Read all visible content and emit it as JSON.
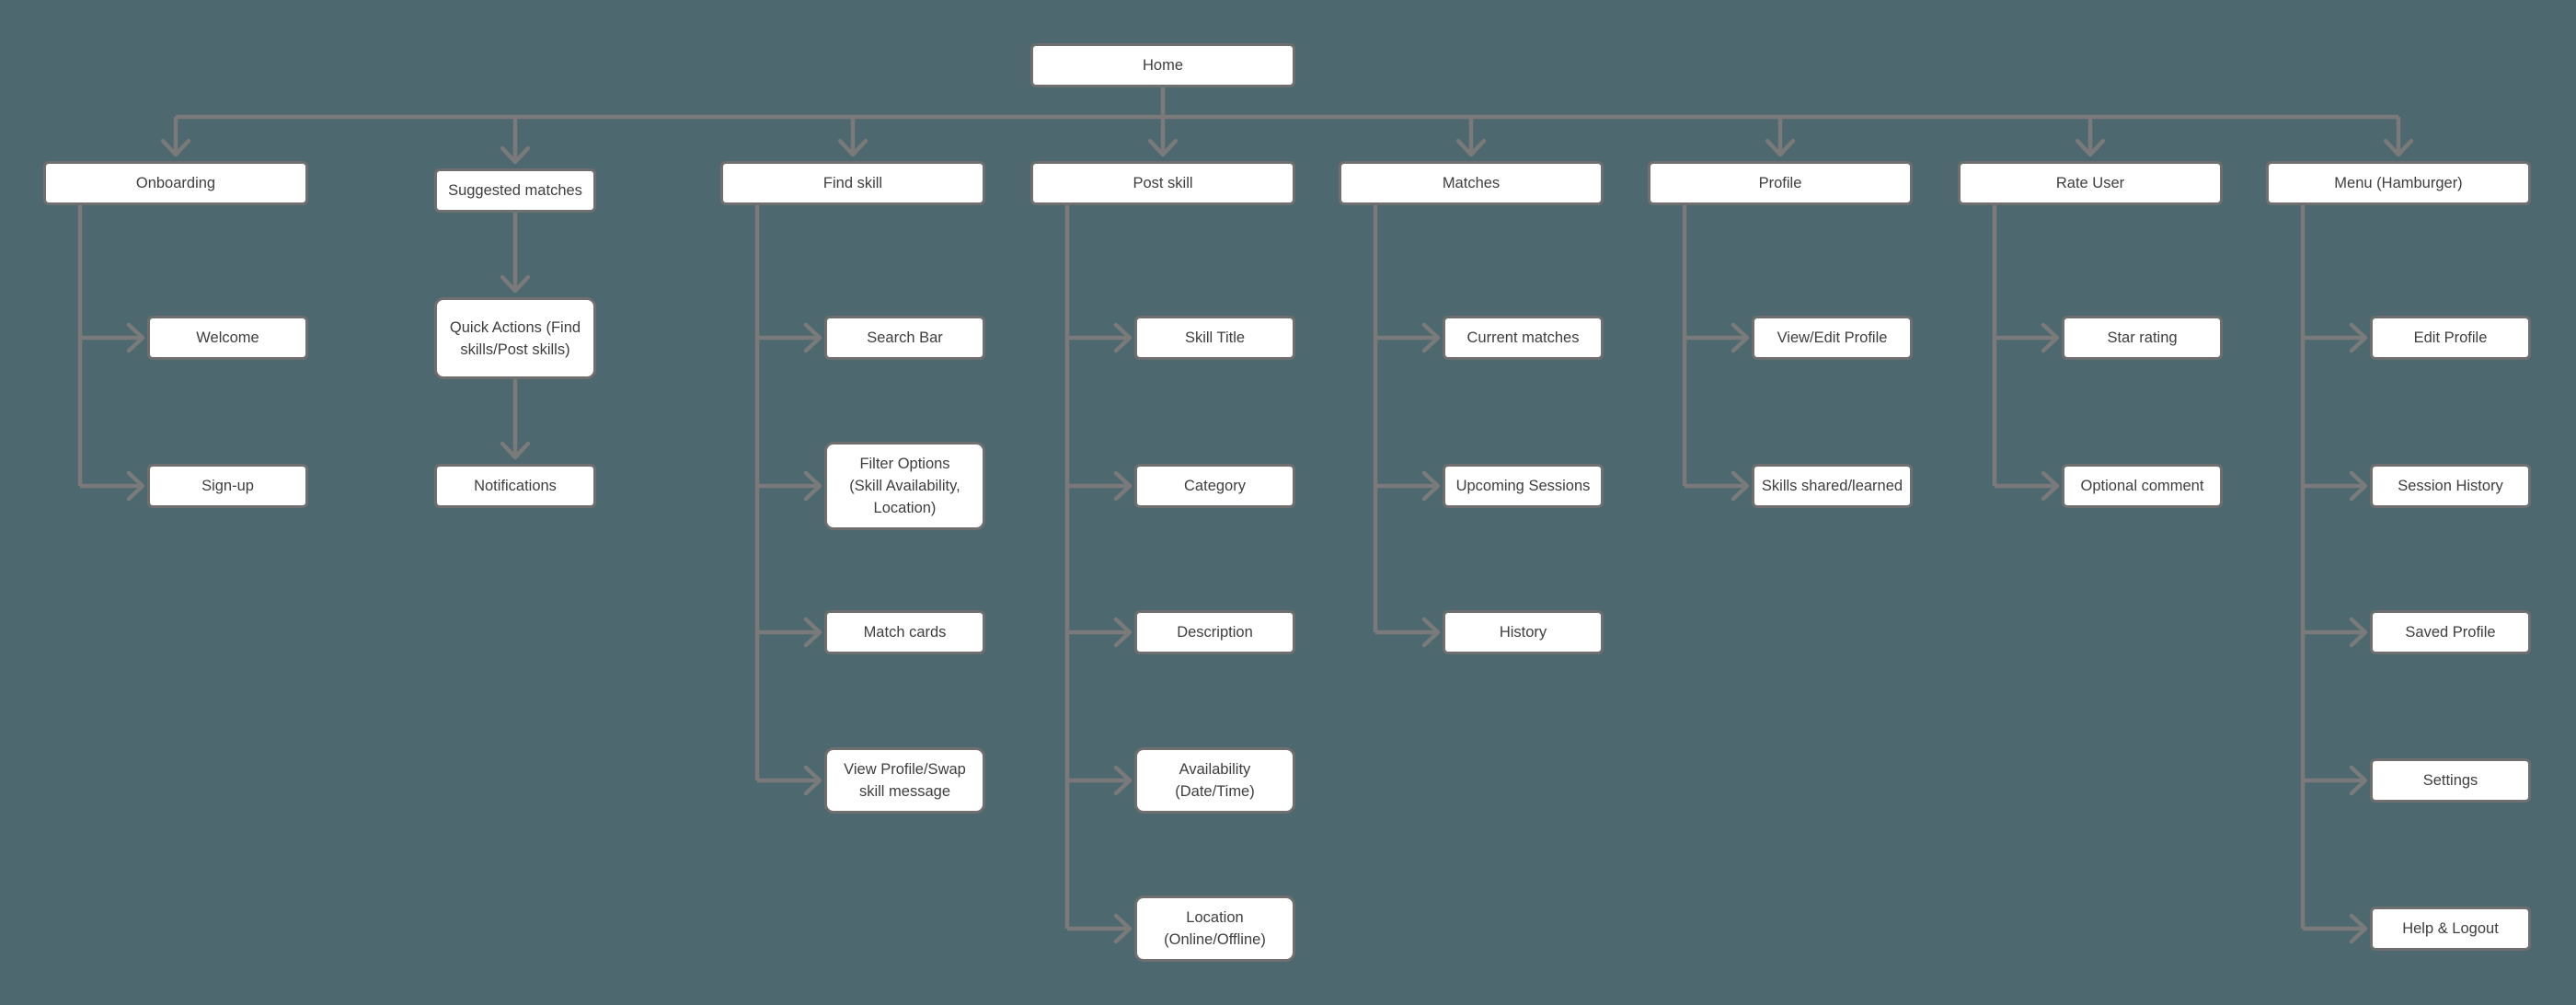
{
  "palette": {
    "background": "#4D686E",
    "node_fill": "#FFFFFF",
    "node_border": "#6F6F6F",
    "connector": "#7A7A7A",
    "text": "#3E3E3E"
  },
  "root": {
    "label": "Home"
  },
  "columns": [
    {
      "label": "Onboarding",
      "children": [
        {
          "label": "Welcome"
        },
        {
          "label": "Sign-up"
        }
      ]
    },
    {
      "label": "Suggested matches",
      "children": [
        {
          "label": [
            "Quick Actions (Find",
            "skills/Post skills)"
          ]
        },
        {
          "label": "Notifications"
        }
      ]
    },
    {
      "label": "Find skill",
      "children": [
        {
          "label": "Search Bar"
        },
        {
          "label": [
            "Filter Options",
            "(Skill Availability,",
            "Location)"
          ]
        },
        {
          "label": "Match cards"
        },
        {
          "label": [
            "View Profile/Swap",
            "skill message"
          ]
        }
      ]
    },
    {
      "label": "Post skill",
      "children": [
        {
          "label": "Skill Title"
        },
        {
          "label": "Category"
        },
        {
          "label": "Description"
        },
        {
          "label": [
            "Availability",
            "(Date/Time)"
          ]
        },
        {
          "label": [
            "Location",
            "(Online/Offline)"
          ]
        }
      ]
    },
    {
      "label": "Matches",
      "children": [
        {
          "label": "Current matches"
        },
        {
          "label": "Upcoming Sessions"
        },
        {
          "label": "History"
        }
      ]
    },
    {
      "label": "Profile",
      "children": [
        {
          "label": "View/Edit Profile"
        },
        {
          "label": "Skills shared/learned"
        }
      ]
    },
    {
      "label": "Rate User",
      "children": [
        {
          "label": "Star rating"
        },
        {
          "label": "Optional comment"
        }
      ]
    },
    {
      "label": "Menu (Hamburger)",
      "children": [
        {
          "label": "Edit Profile"
        },
        {
          "label": "Session History"
        },
        {
          "label": "Saved Profile"
        },
        {
          "label": "Settings"
        },
        {
          "label": "Help & Logout"
        }
      ]
    }
  ]
}
